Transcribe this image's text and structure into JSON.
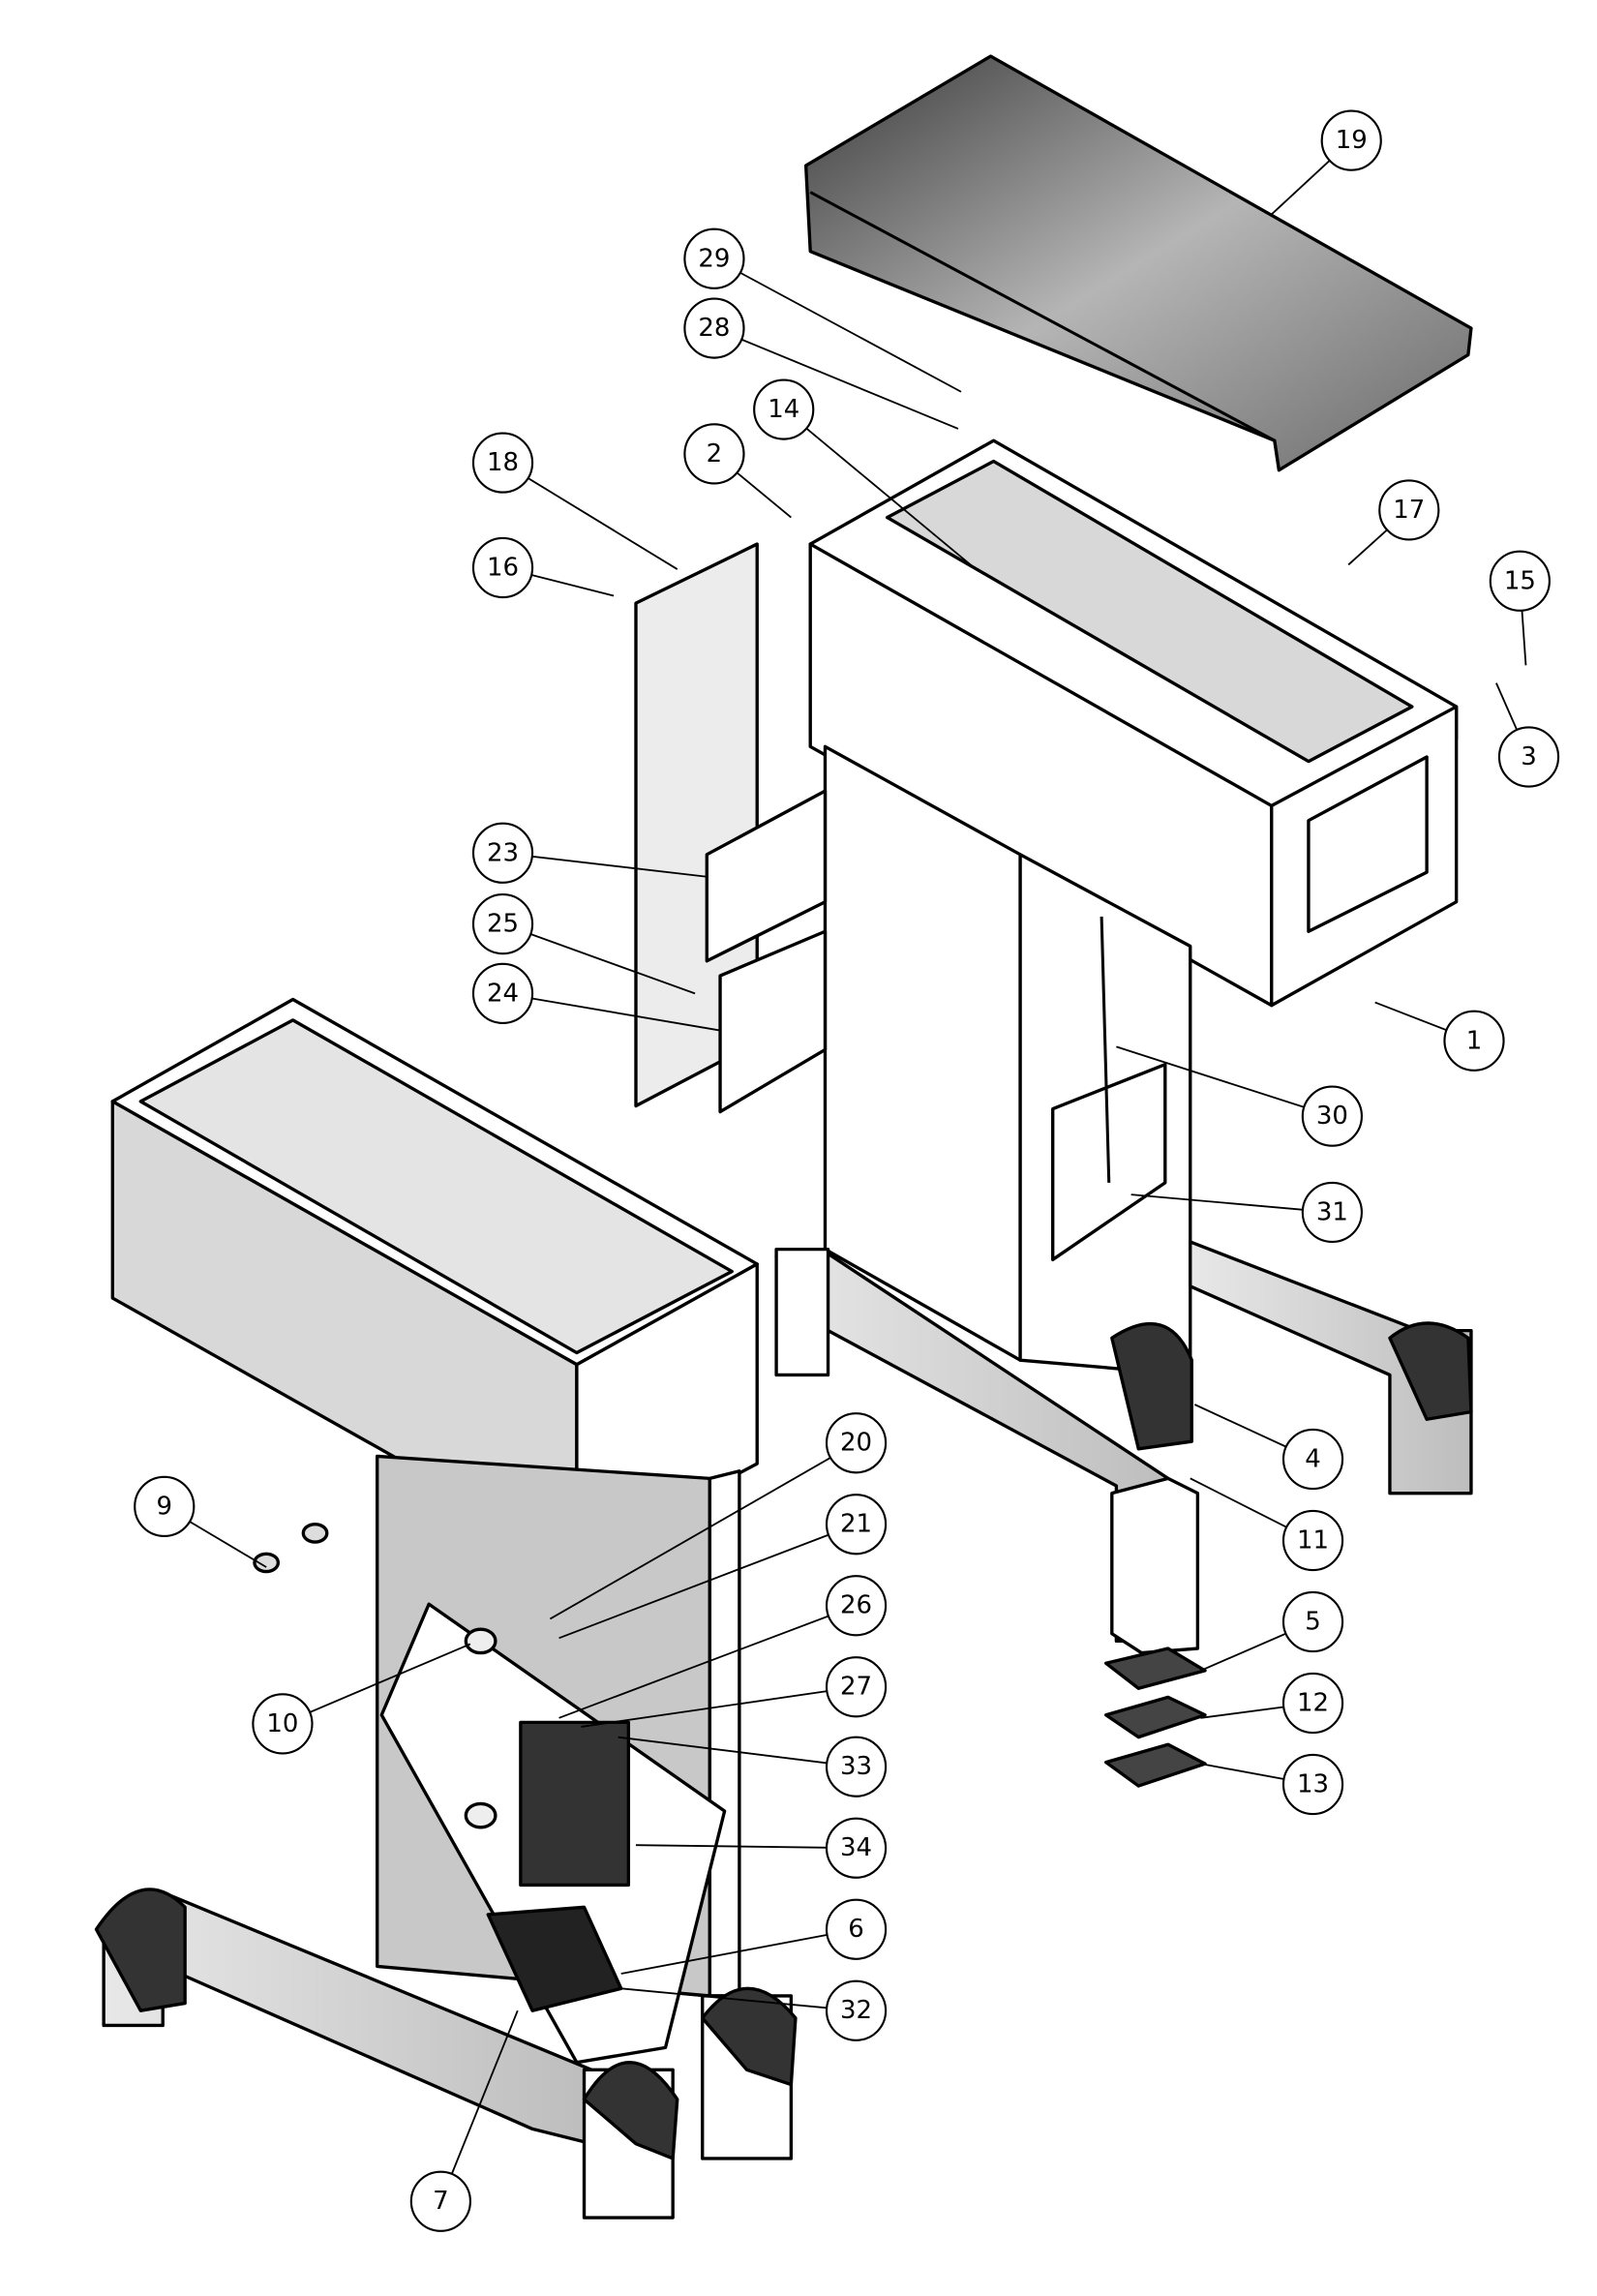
{
  "diagram": {
    "type": "exploded-parts-view",
    "callouts": [
      "19",
      "29",
      "28",
      "14",
      "2",
      "18",
      "16",
      "17",
      "15",
      "3",
      "23",
      "25",
      "24",
      "1",
      "30",
      "31",
      "4",
      "11",
      "5",
      "12",
      "13",
      "9",
      "10",
      "20",
      "21",
      "26",
      "27",
      "33",
      "34",
      "6",
      "32",
      "7"
    ]
  }
}
